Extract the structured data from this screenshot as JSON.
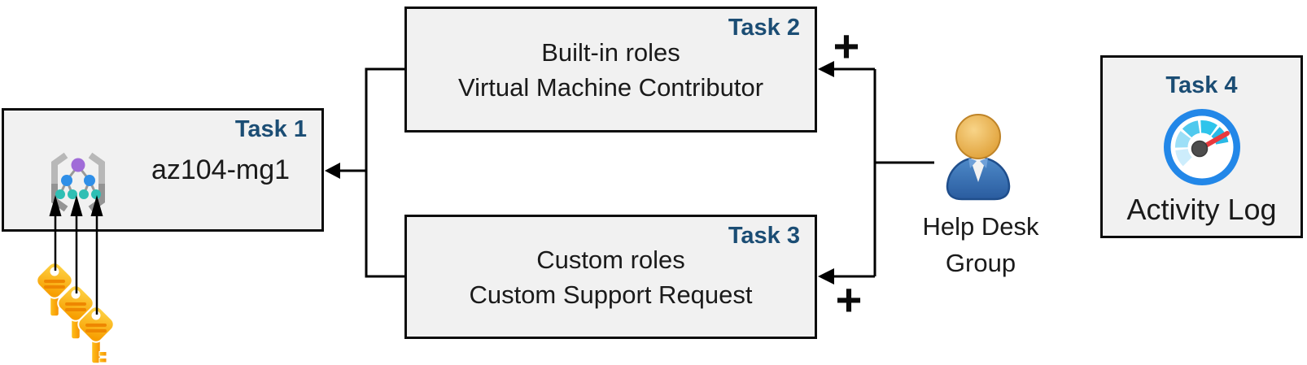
{
  "task1": {
    "label": "Task 1",
    "title": "az104-mg1",
    "icon": "management-group-icon"
  },
  "task2": {
    "label": "Task 2",
    "line1": "Built-in roles",
    "line2": "Virtual Machine Contributor"
  },
  "task3": {
    "label": "Task 3",
    "line1": "Custom roles",
    "line2": "Custom Support Request"
  },
  "task4": {
    "label": "Task 4",
    "title": "Activity Log",
    "icon": "activity-log-gauge-icon"
  },
  "actor": {
    "line1": "Help Desk",
    "line2": "Group",
    "icon": "user-icon"
  },
  "keys": {
    "icon": "keys-icon",
    "count": 3
  },
  "symbols": {
    "plus": "+"
  },
  "colors": {
    "task_label": "#1B4D74",
    "box_fill": "#F1F1F1",
    "box_border": "#0B0B0B",
    "line": "#000000",
    "key_gold": "#FBB117",
    "key_stripe": "#EE8700",
    "gauge_blue": "#2287E8",
    "needle_red": "#E8393D",
    "person_blue": "#33659E",
    "head_gold": "#E8A93C",
    "mg_purple": "#A06CD8",
    "mg_blue": "#2F8FE8",
    "mg_teal": "#2FBFB4"
  }
}
